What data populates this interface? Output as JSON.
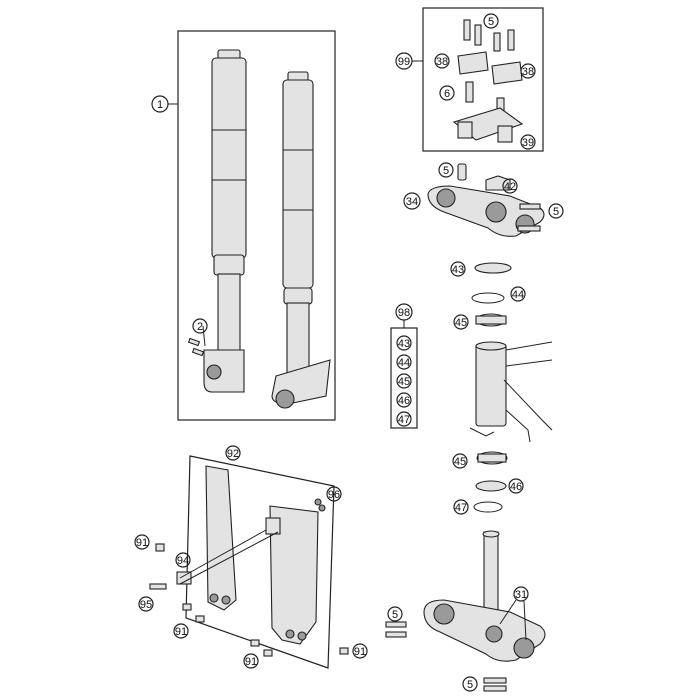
{
  "title": "",
  "callouts": {
    "c1": "1",
    "c2": "2",
    "c5a": "5",
    "c38a": "38",
    "c38b": "38",
    "c6": "6",
    "c39": "39",
    "c99": "99",
    "c5b": "5",
    "c42": "42",
    "c34": "34",
    "c5c": "5",
    "c43": "43",
    "c44": "44",
    "c45": "45",
    "c98": "98",
    "k43": "43",
    "k44": "44",
    "k45": "45",
    "k46": "46",
    "k47": "47",
    "c45b": "45",
    "c46": "46",
    "c47": "47",
    "c92": "92",
    "c96": "96",
    "c91a": "91",
    "c94": "94",
    "c95": "95",
    "c91b": "91",
    "c91c": "91",
    "c91d": "91",
    "c5d": "5",
    "c31": "31",
    "c5e": "5"
  },
  "colors": {
    "line": "#222222",
    "fill": "#e3e3e3",
    "background": "#ffffff"
  }
}
